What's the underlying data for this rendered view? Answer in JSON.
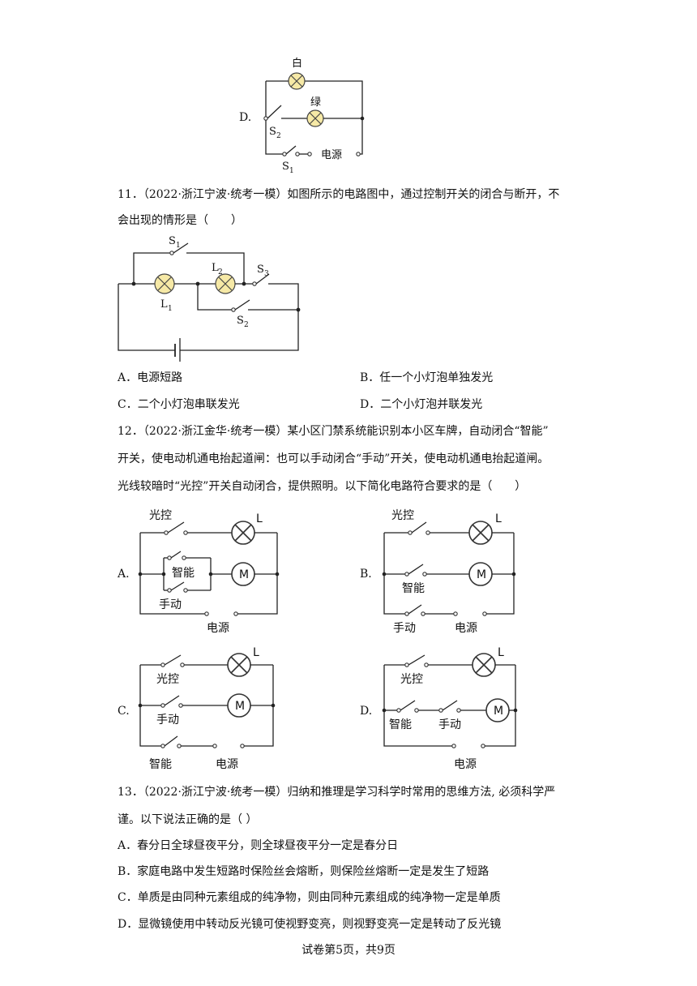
{
  "q10": {
    "option_d": "D.",
    "lamp_white": "白",
    "lamp_green": "绿",
    "s2": "S",
    "s2_sub": "2",
    "s1": "S",
    "s1_sub": "1",
    "power": "电源"
  },
  "q11": {
    "stem_line1": "11．（2022·浙江宁波·统考一模）如图所示的电路图中，通过控制开关的闭合与断开，不",
    "stem_line2": "会出现的情形是（　　）",
    "fig": {
      "s1": "S",
      "s1_sub": "1",
      "s2": "S",
      "s2_sub": "2",
      "s3": "S",
      "s3_sub": "3",
      "l1": "L",
      "l1_sub": "1",
      "l2": "L",
      "l2_sub": "2"
    },
    "options": {
      "a": "A．电源短路",
      "b": "B．任一个小灯泡单独发光",
      "c": "C．二个小灯泡串联发光",
      "d": "D．二个小灯泡并联发光"
    }
  },
  "q12": {
    "stem_line1": "12．（2022·浙江金华·统考一模）某小区门禁系统能识别本小区车牌，自动闭合“智能”",
    "stem_line2": "开关，使电动机通电抬起道闸：也可以手动闭合“手动”开关，使电动机通电抬起道闸。",
    "stem_line3": "光线较暗时“光控”开关自动闭合，提供照明。以下简化电路符合要求的是（　　）",
    "labels": {
      "light_ctrl": "光控",
      "smart": "智能",
      "manual": "手动",
      "power": "电源",
      "lamp": "L",
      "motor": "M"
    },
    "options": {
      "a": "A.",
      "b": "B.",
      "c": "C.",
      "d": "D."
    }
  },
  "q13": {
    "stem_line1": "13．（2022·浙江宁波·统考一模）归纳和推理是学习科学时常用的思维方法, 必须科学严",
    "stem_line2": "谨。以下说法正确的是（  ）",
    "options": {
      "a": "A．春分日全球昼夜平分，则全球昼夜平分一定是春分日",
      "b": "B．家庭电路中发生短路时保险丝会熔断，则保险丝熔断一定是发生了短路",
      "c": "C．单质是由同种元素组成的纯净物，则由同种元素组成的纯净物一定是单质",
      "d": "D．显微镜使用中转动反光镜可使视野变亮，则视野变亮一定是转动了反光镜"
    }
  },
  "footer": "试卷第5页，共9页"
}
